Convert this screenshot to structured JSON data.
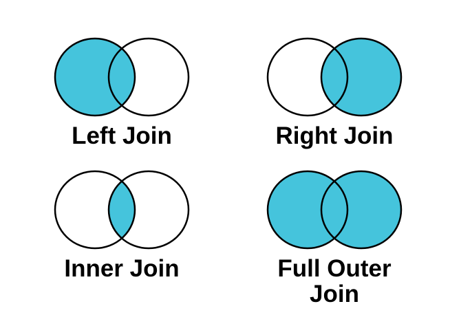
{
  "figure": {
    "description_labels_only": "four venn diagrams of SQL join types",
    "colors": {
      "background": "#FFFFFF",
      "fill": "#45C4DC",
      "stroke": "#000000",
      "text": "#000000"
    },
    "diagrams": [
      {
        "label": "Left Join",
        "filled_regions": [
          "left-circle",
          "intersection"
        ]
      },
      {
        "label": "Right Join",
        "filled_regions": [
          "right-circle",
          "intersection"
        ]
      },
      {
        "label": "Inner Join",
        "filled_regions": [
          "intersection"
        ]
      },
      {
        "label": "Full Outer Join",
        "filled_regions": [
          "left-circle",
          "right-circle",
          "intersection"
        ]
      }
    ]
  }
}
